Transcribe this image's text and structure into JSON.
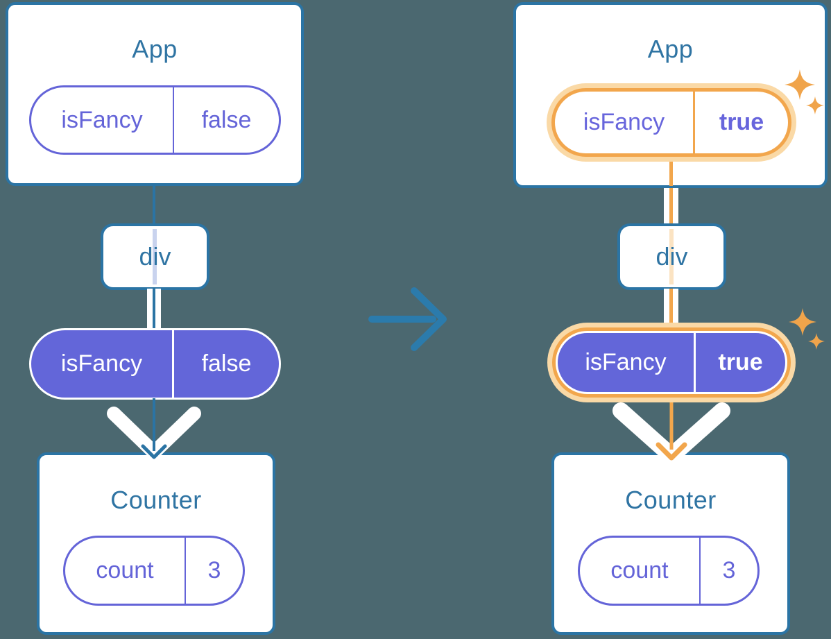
{
  "colors": {
    "background": "#4B6870",
    "card_border": "#2B74A4",
    "node_title": "#2F74A3",
    "purple": "#6464D8",
    "pill_fill": "#6366D9",
    "orange": "#F2A64C",
    "orange_glow": "#FAD9A6",
    "orange_stripe": "#FBE3C2",
    "lavender_stripe": "#C9D3EE",
    "arrow_blue": "#2B7BAC",
    "white": "#FFFFFF"
  },
  "left": {
    "app": {
      "title": "App",
      "state_pill": {
        "key": "isFancy",
        "value": "false"
      }
    },
    "div_node": {
      "label": "div"
    },
    "prop_pill": {
      "key": "isFancy",
      "value": "false"
    },
    "counter": {
      "title": "Counter",
      "state_pill": {
        "key": "count",
        "value": "3"
      }
    }
  },
  "right": {
    "app": {
      "title": "App",
      "state_pill": {
        "key": "isFancy",
        "value": "true"
      }
    },
    "div_node": {
      "label": "div"
    },
    "prop_pill": {
      "key": "isFancy",
      "value": "true"
    },
    "counter": {
      "title": "Counter",
      "state_pill": {
        "key": "count",
        "value": "3"
      }
    }
  },
  "icons": {
    "center_arrow": "right-arrow",
    "down_arrow_left": "down-arrow",
    "down_arrow_right": "down-arrow",
    "sparkles": "sparkle-stars"
  }
}
